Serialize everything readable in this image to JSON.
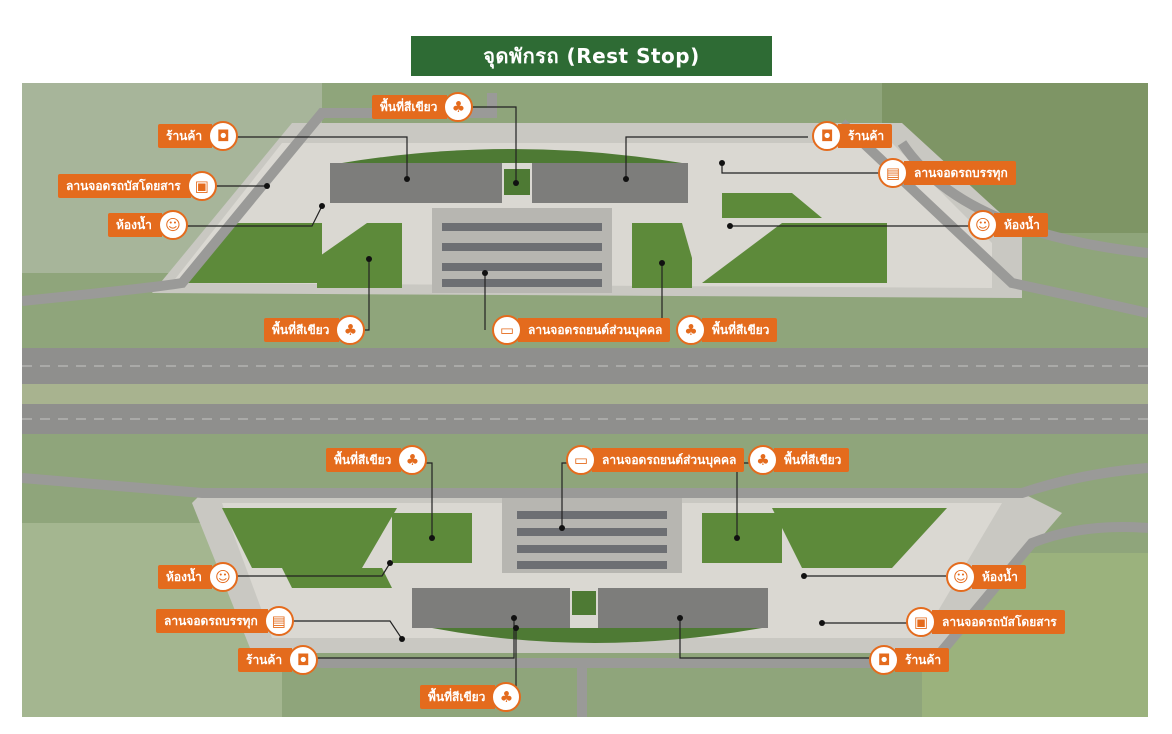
{
  "title": "จุดพักรถ (Rest Stop)",
  "colors": {
    "banner": "#2e6b34",
    "callout": "#e46b1d",
    "road": "#9a9a98",
    "lawn": "#5d8a3a",
    "field": "#8fa57b",
    "roof": "#7d7d7b",
    "plaza": "#dad8d2"
  },
  "callouts": [
    {
      "id": "n-green-top",
      "text": "พื้นที่สีเขียว",
      "icon": "tree-icon",
      "glyph": "♣"
    },
    {
      "id": "n-shop-left",
      "text": "ร้านค้า",
      "icon": "shopping-bag-icon",
      "glyph": "◘"
    },
    {
      "id": "n-bus",
      "text": "ลานจอดรถบัสโดยสาร",
      "icon": "bus-icon",
      "glyph": "▣"
    },
    {
      "id": "n-toilet-left",
      "text": "ห้องน้ำ",
      "icon": "restroom-icon",
      "glyph": "☺"
    },
    {
      "id": "n-green-left",
      "text": "พื้นที่สีเขียว",
      "icon": "tree-icon",
      "glyph": "♣"
    },
    {
      "id": "n-car",
      "text": "ลานจอดรถยนต์ส่วนบุคคล",
      "icon": "car-icon",
      "glyph": "▭"
    },
    {
      "id": "n-green-right",
      "text": "พื้นที่สีเขียว",
      "icon": "tree-icon",
      "glyph": "♣"
    },
    {
      "id": "n-shop-right",
      "text": "ร้านค้า",
      "icon": "shopping-bag-icon",
      "glyph": "◘"
    },
    {
      "id": "n-truck",
      "text": "ลานจอดรถบรรทุก",
      "icon": "truck-icon",
      "glyph": "▤"
    },
    {
      "id": "n-toilet-right",
      "text": "ห้องน้ำ",
      "icon": "restroom-icon",
      "glyph": "☺"
    },
    {
      "id": "s-green-left",
      "text": "พื้นที่สีเขียว",
      "icon": "tree-icon",
      "glyph": "♣"
    },
    {
      "id": "s-car",
      "text": "ลานจอดรถยนต์ส่วนบุคคล",
      "icon": "car-icon",
      "glyph": "▭"
    },
    {
      "id": "s-green-right",
      "text": "พื้นที่สีเขียว",
      "icon": "tree-icon",
      "glyph": "♣"
    },
    {
      "id": "s-toilet-left",
      "text": "ห้องน้ำ",
      "icon": "restroom-icon",
      "glyph": "☺"
    },
    {
      "id": "s-toilet-right",
      "text": "ห้องน้ำ",
      "icon": "restroom-icon",
      "glyph": "☺"
    },
    {
      "id": "s-truck",
      "text": "ลานจอดรถบรรทุก",
      "icon": "truck-icon",
      "glyph": "▤"
    },
    {
      "id": "s-bus",
      "text": "ลานจอดรถบัสโดยสาร",
      "icon": "bus-icon",
      "glyph": "▣"
    },
    {
      "id": "s-shop-left",
      "text": "ร้านค้า",
      "icon": "shopping-bag-icon",
      "glyph": "◘"
    },
    {
      "id": "s-shop-right",
      "text": "ร้านค้า",
      "icon": "shopping-bag-icon",
      "glyph": "◘"
    },
    {
      "id": "s-green-bottom",
      "text": "พื้นที่สีเขียว",
      "icon": "tree-icon",
      "glyph": "♣"
    }
  ]
}
